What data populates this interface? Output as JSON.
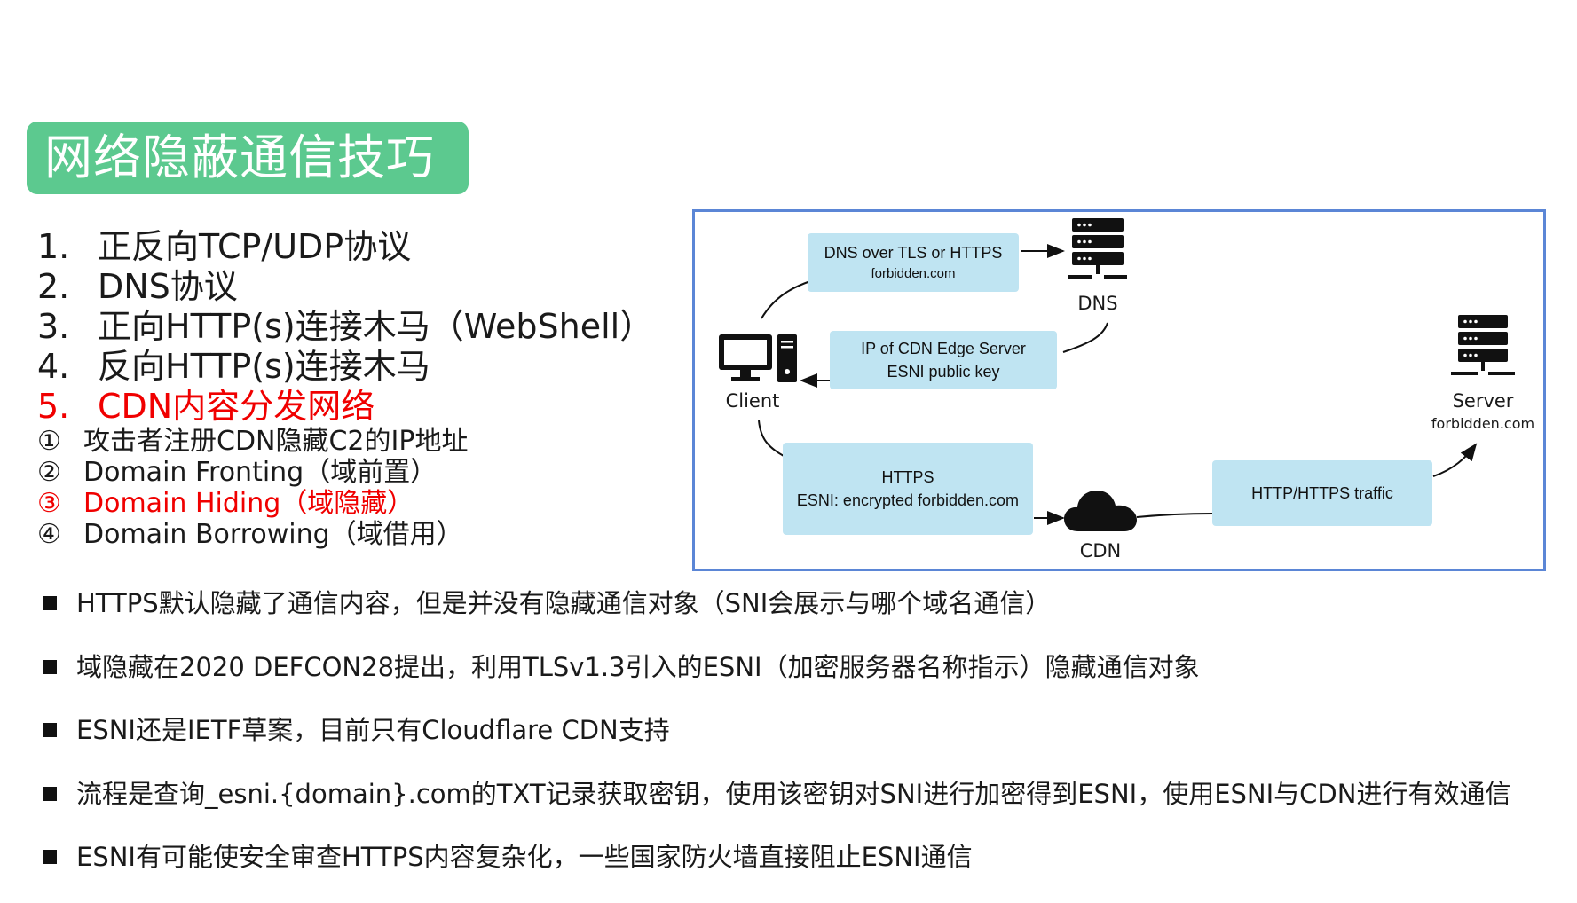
{
  "title": "网络隐蔽通信技巧",
  "numbered_list": [
    {
      "num": "1.",
      "text": "正反向TCP/UDP协议"
    },
    {
      "num": "2.",
      "text": "DNS协议"
    },
    {
      "num": "3.",
      "text": "正向HTTP(s)连接木马（WebShell）"
    },
    {
      "num": "4.",
      "text": "反向HTTP(s)连接木马"
    },
    {
      "num": "5.",
      "text": "CDN内容分发网络",
      "color": "#f00000"
    }
  ],
  "sub_list": [
    {
      "num": "①",
      "text": "攻击者注册CDN隐藏C2的IP地址"
    },
    {
      "num": "②",
      "text": "Domain Fronting（域前置）"
    },
    {
      "num": "③",
      "text": "Domain Hiding（域隐藏）",
      "color": "#f00000"
    },
    {
      "num": "④",
      "text": "Domain Borrowing（域借用）"
    }
  ],
  "diagram": {
    "box_dns": {
      "line1": "DNS over TLS or HTTPS",
      "line2": "forbidden.com"
    },
    "box_ip": {
      "line1": "IP of CDN Edge Server",
      "line2": "ESNI public key"
    },
    "box_https": {
      "line1": "HTTPS",
      "line2": "ESNI: encrypted forbidden.com"
    },
    "box_traffic": {
      "line1": "HTTP/HTTPS traffic"
    },
    "label_dns": "DNS",
    "label_client": "Client",
    "label_cdn": "CDN",
    "label_server": "Server",
    "label_server_domain": "forbidden.com",
    "icons": [
      "dns-server-icon",
      "client-computer-icon",
      "cdn-cloud-icon",
      "server-icon"
    ]
  },
  "bullets": [
    "HTTPS默认隐藏了通信内容，但是并没有隐藏通信对象（SNI会展示与哪个域名通信）",
    "域隐藏在2020 DEFCON28提出，利用TLSv1.3引入的ESNI（加密服务器名称指示）隐藏通信对象",
    "ESNI还是IETF草案，目前只有Cloudflare CDN支持",
    "流程是查询_esni.{domain}.com的TXT记录获取密钥，使用该密钥对SNI进行加密得到ESNI，使用ESNI与CDN进行有效通信",
    "ESNI有可能使安全审查HTTPS内容复杂化，一些国家防火墙直接阻止ESNI通信"
  ],
  "colors": {
    "title_bg": "#5cc98f",
    "highlight": "#f00000",
    "diagram_border": "#5b86d6",
    "box_fill": "#bfe4f2"
  }
}
